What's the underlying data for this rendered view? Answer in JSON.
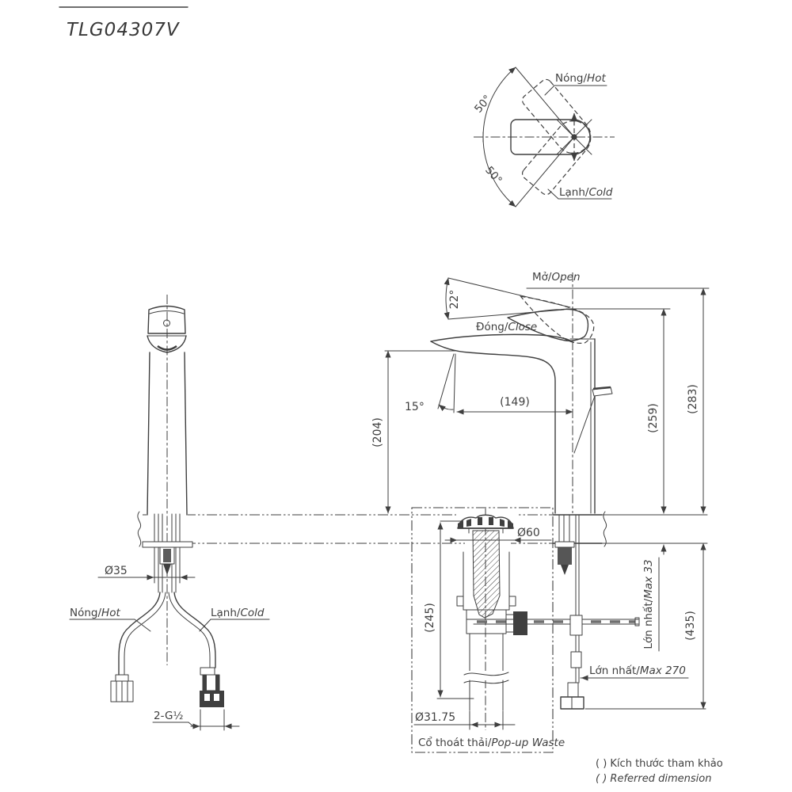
{
  "title": "TLG04307V",
  "colors": {
    "ink": "#3f3f3f",
    "background": "#ffffff"
  },
  "top_view": {
    "hot_vn": "Nóng/",
    "hot_en": "Hot",
    "cold_vn": "Lạnh/",
    "cold_en": "Cold",
    "angle_upper": "50°",
    "angle_lower": "50°"
  },
  "side_view": {
    "open_vn": "Mở/",
    "open_en": "Open",
    "close_vn": "Đóng/",
    "close_en": "Close",
    "handle_angle": "22°",
    "spout_angle": "15°",
    "dim_spout_reach": "(149)",
    "dim_spout_height": "(204)",
    "dim_height_closed": "(259)",
    "dim_height_open": "(283)",
    "dim_popup_length": "(245)",
    "dim_below_counter": "(435)",
    "max_deck_vn": "Lớn nhất/",
    "max_deck_en": "Max 33",
    "max_rod_vn": "Lớn nhất/",
    "max_rod_en": "Max 270",
    "dia_flange": "Ø60",
    "dia_tailpipe": "Ø31.75",
    "popup_vn": "Cổ thoát thải/",
    "popup_en": "Pop-up Waste"
  },
  "front_view": {
    "dia_shank": "Ø35",
    "hot_vn": "Nóng/",
    "hot_en": "Hot",
    "cold_vn": "Lạnh/",
    "cold_en": "Cold",
    "thread": "2-G½"
  },
  "legend": {
    "vn": "( ) Kích thước tham khảo",
    "en": "( ) Referred dimension"
  }
}
